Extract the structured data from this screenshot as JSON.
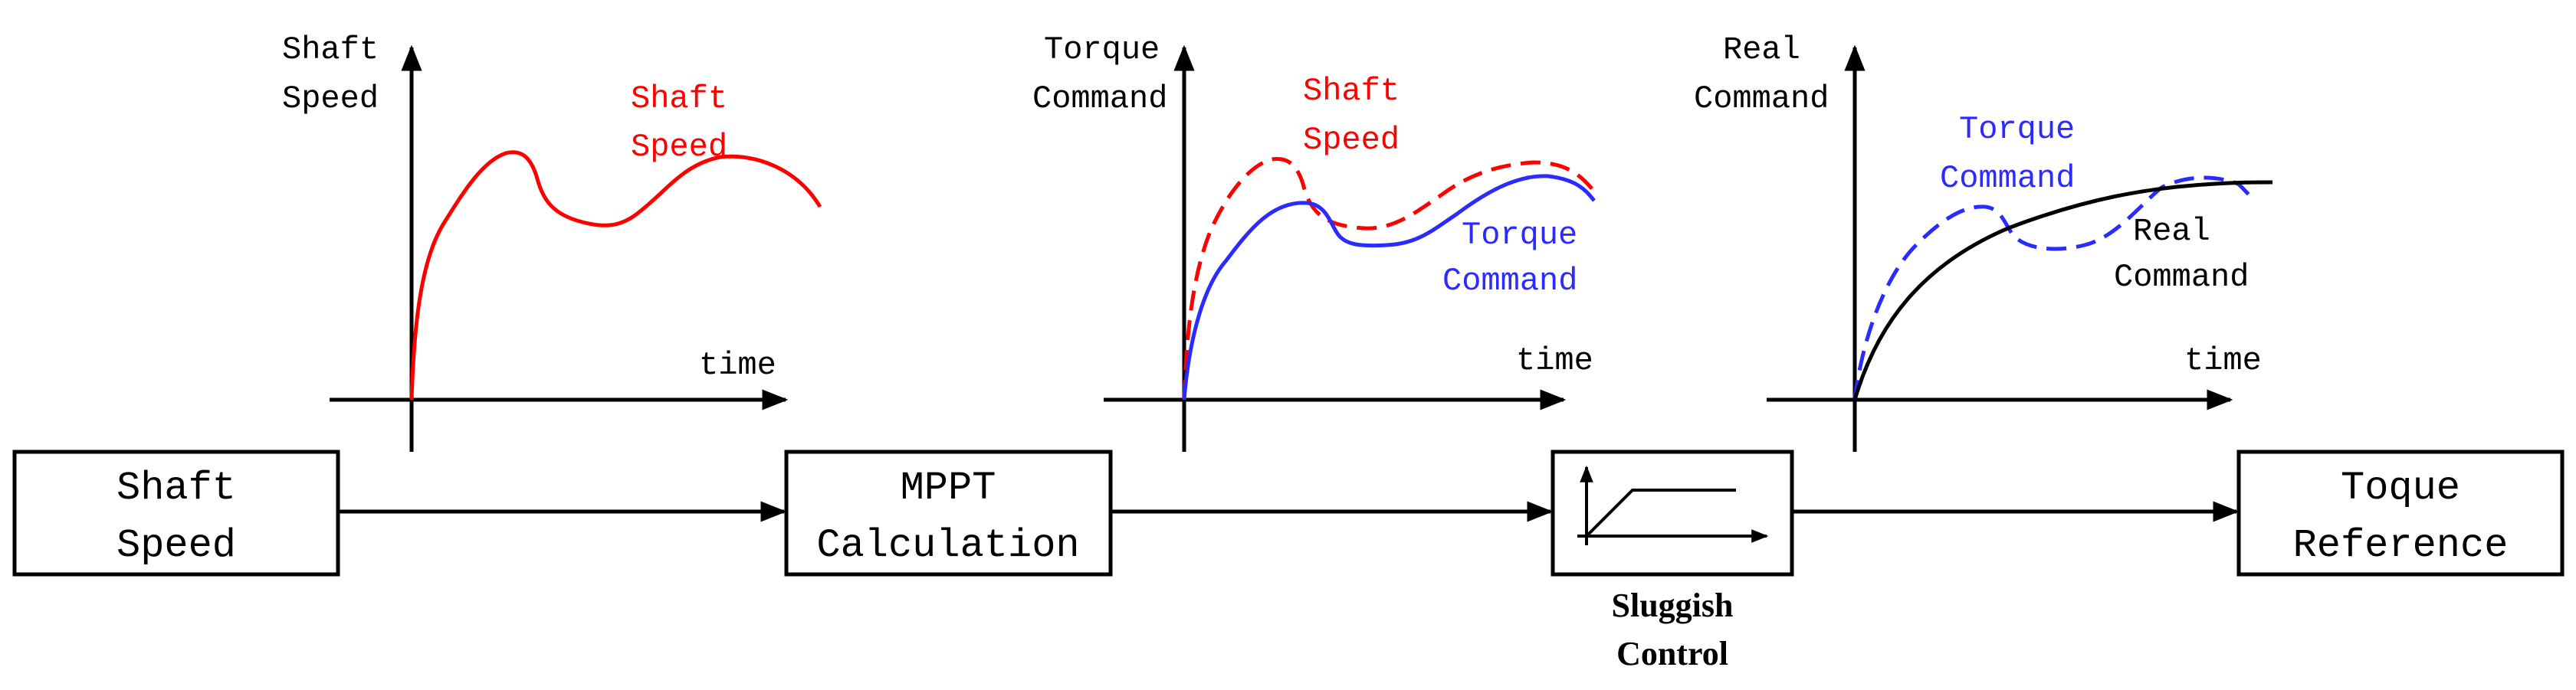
{
  "colors": {
    "red": "#ff0000",
    "blue": "#2b2bff",
    "black": "#000000"
  },
  "plots": {
    "shaft": {
      "y_label_1": "Shaft",
      "y_label_2": "Speed",
      "x_label": "time",
      "curve_label_1": "Shaft",
      "curve_label_2": "Speed"
    },
    "torque": {
      "y_label_1": "Torque",
      "y_label_2": "Command",
      "x_label": "time",
      "shaft_label_1": "Shaft",
      "shaft_label_2": "Speed",
      "torque_label_1": "Torque",
      "torque_label_2": "Command"
    },
    "real": {
      "y_label_1": "Real",
      "y_label_2": "Command",
      "x_label": "time",
      "torque_label_1": "Torque",
      "torque_label_2": "Command",
      "real_label_1": "Real",
      "real_label_2": "Command"
    }
  },
  "blocks": {
    "shaft_speed": {
      "line1": "Shaft",
      "line2": "Speed"
    },
    "mppt": {
      "line1": "MPPT",
      "line2": "Calculation"
    },
    "sluggish": {
      "caption1": "Sluggish",
      "caption2": "Control"
    },
    "torque_ref": {
      "line1": "Toque",
      "line2": "Reference"
    }
  }
}
